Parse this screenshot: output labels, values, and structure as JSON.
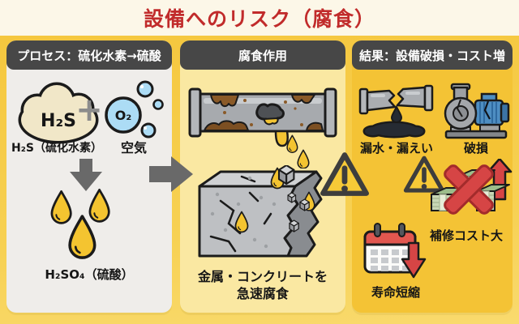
{
  "title": "設備へのリスク（腐食）",
  "colors": {
    "title_red": "#C12B2B",
    "background_cream": "#FCF7E8",
    "background_gold": "#F5C73E",
    "panel_header_gray": "#474747",
    "panel_process_bg": "#EFEDEA",
    "panel_corrosion_bg": "#FAE8A2",
    "panel_result_bg": "#F4C335",
    "acid_yellow": "#F4C430",
    "rust_brown": "#8A5A28",
    "alert_red": "#D64545",
    "pump_blue": "#4E8EC2",
    "money_green": "#9CBD8B",
    "leak_dark": "#262B33"
  },
  "panels": {
    "process": {
      "header": "プロセス：硫化水素→硫酸",
      "cloud_text": "H₂S",
      "plus_sign": "+",
      "o2_text": "O₂",
      "h2s_label": "H₂S（硫化水素）",
      "air_label": "空気",
      "h2so4_label": "H₂SO₄（硫酸）"
    },
    "corrosion": {
      "header": "腐食作用",
      "caption_line1": "金属・コンクリートを",
      "caption_line2": "急速腐食"
    },
    "result": {
      "header": "結果：設備破損・コスト増",
      "leak_label": "漏水・漏えい",
      "breakage_label": "破損",
      "repair_cost_label": "補修コスト大",
      "lifespan_label": "寿命短縮"
    }
  },
  "icons": {
    "gas-cloud-icon": "cream cloud shape",
    "oxygen-bubbles-icon": "blue circle with bubbles",
    "plus-icon": "+",
    "down-arrow-icon": "gray block arrow down",
    "acid-droplets-icon": "three yellow teardrops",
    "flow-right-arrow-icon": "gray block arrow right",
    "corroded-pipe-icon": "rusty pipe with acid drips",
    "crumbling-concrete-icon": "cracked concrete block with debris",
    "warning-triangle-icon": "yellow triangle with exclamation",
    "broken-pipe-icon": "cracked pipe with dark leak puddle",
    "damaged-pump-icon": "blue pump with crack",
    "repair-cost-icon": "money stacks with red X and up arrow",
    "calendar-icon": "calendar with red down arrow"
  }
}
